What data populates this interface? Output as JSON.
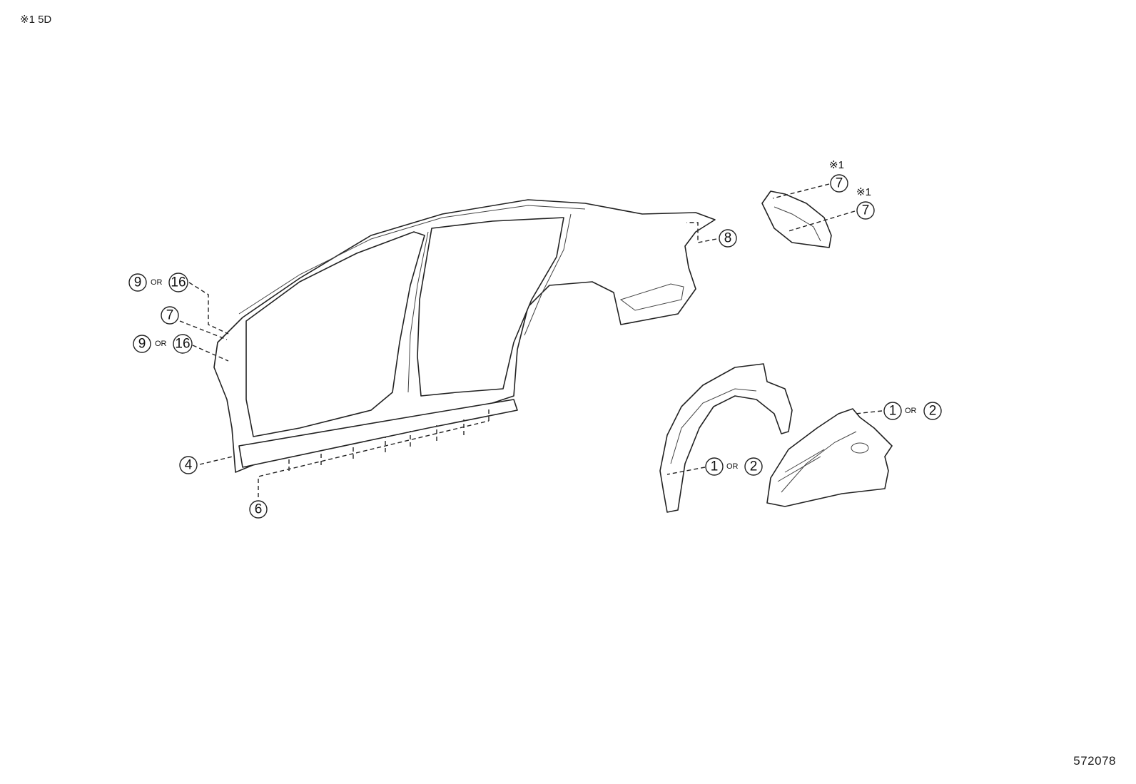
{
  "header_note": "※1 5D",
  "figure_number": "572078",
  "or_word": "OR",
  "asterisk_note": "※1",
  "callouts": {
    "c1": "1",
    "c2": "2",
    "c4": "4",
    "c6": "6",
    "c7": "7",
    "c8": "8",
    "c9": "9",
    "c16": "16"
  }
}
